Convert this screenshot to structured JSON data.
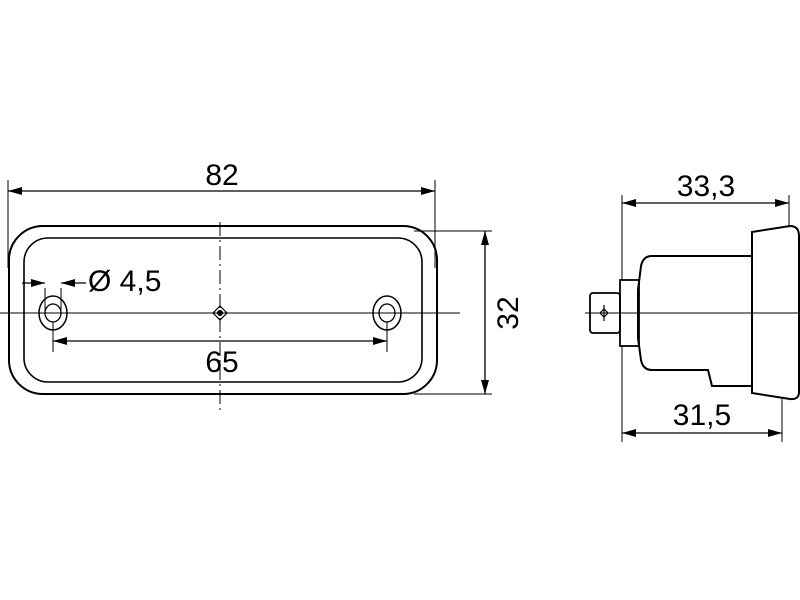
{
  "front_view": {
    "overall_width": "82",
    "overall_height": "32",
    "hole_spacing": "65",
    "hole_diameter": "Ø 4,5"
  },
  "side_view": {
    "total_depth": "33,3",
    "body_depth": "31,5"
  },
  "colors": {
    "line": "#000000",
    "background": "#ffffff"
  }
}
